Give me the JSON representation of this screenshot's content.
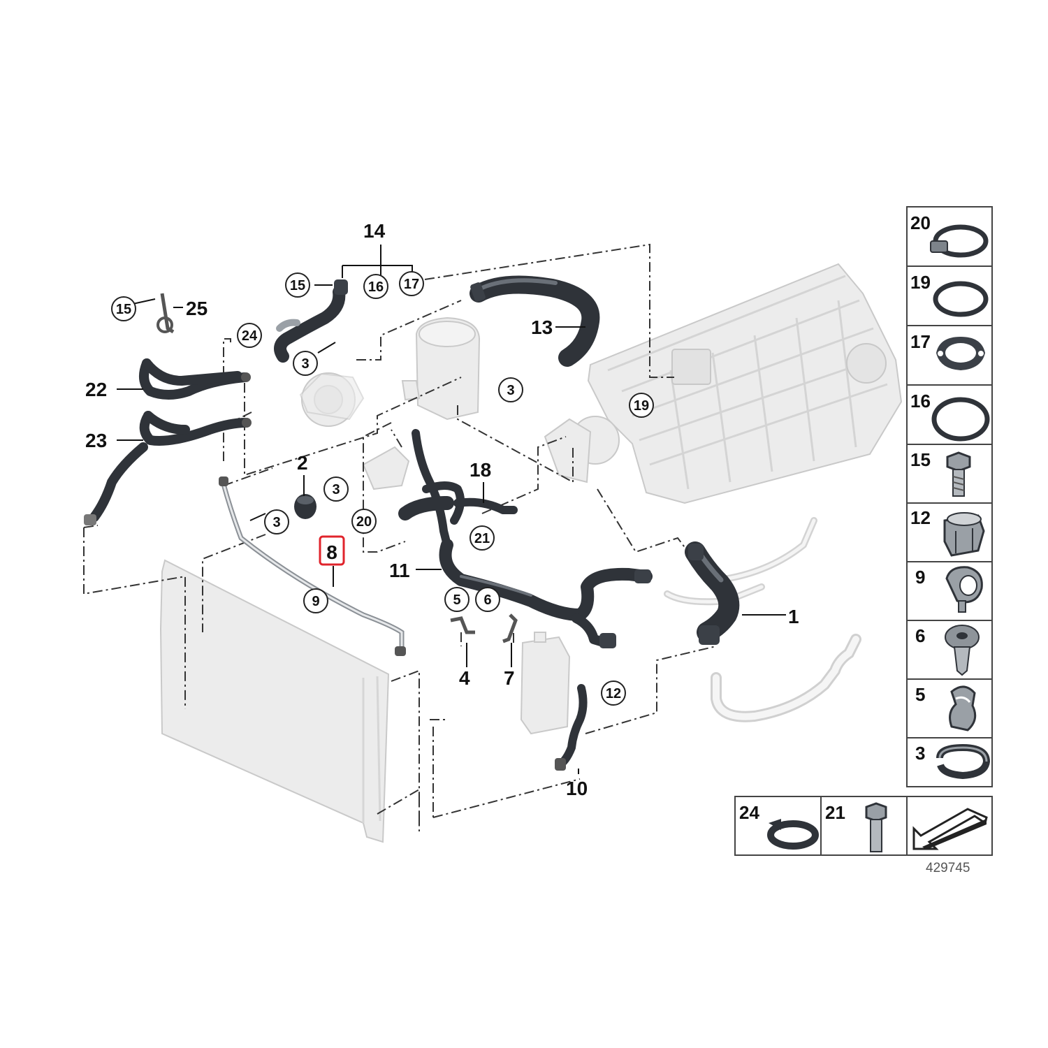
{
  "diagram": {
    "id_number": "429745",
    "highlight_color": "#e0242c",
    "hose_color": "#2f3339",
    "ghost_part_color": "#ececec",
    "callouts": {
      "p1": "1",
      "p2": "2",
      "p3a": "3",
      "p3b": "3",
      "p3c": "3",
      "p3d": "3",
      "p4": "4",
      "p5": "5",
      "p6": "6",
      "p7": "7",
      "p8": "8",
      "p9": "9",
      "p10": "10",
      "p11": "11",
      "p12": "12",
      "p13": "13",
      "p14": "14",
      "p15a": "15",
      "p15b": "15",
      "p16": "16",
      "p17": "17",
      "p18": "18",
      "p19": "19",
      "p20": "20",
      "p21": "21",
      "p22": "22",
      "p23": "23",
      "p24": "24",
      "p25": "25"
    },
    "legend": [
      {
        "number": "20",
        "icon": "hose-clamp-worm-icon"
      },
      {
        "number": "19",
        "icon": "o-ring-icon"
      },
      {
        "number": "17",
        "icon": "gasket-flange-icon"
      },
      {
        "number": "16",
        "icon": "sealing-ring-icon"
      },
      {
        "number": "15",
        "icon": "hex-bolt-icon"
      },
      {
        "number": "12",
        "icon": "quick-coupling-icon"
      },
      {
        "number": "9",
        "icon": "pipe-clip-icon"
      },
      {
        "number": "6",
        "icon": "expanding-rivet-icon"
      },
      {
        "number": "5",
        "icon": "spring-clip-icon"
      },
      {
        "number": "3",
        "icon": "hose-clamp-icon"
      }
    ],
    "legend_bottom": [
      {
        "number": "24",
        "icon": "spring-band-clamp-icon"
      },
      {
        "number": "21",
        "icon": "bolt-icon"
      },
      {
        "number": "",
        "icon": "direction-arrow-icon"
      }
    ]
  }
}
